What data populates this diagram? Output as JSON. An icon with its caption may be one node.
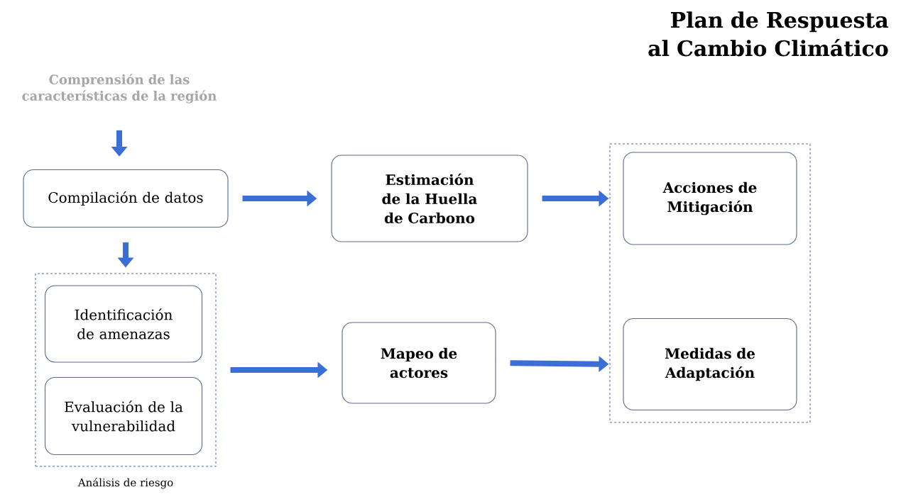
{
  "diagram": {
    "title": "Plan de Respuesta al Cambio Climático",
    "nodes": [
      {
        "text": [
          "Comprensión de las características de la región"
        ]
      },
      {
        "text": [
          "Compilación de datos"
        ]
      },
      {
        "text": [
          "Análisis de riesgo"
        ]
      },
      {
        "text": [
          "Identificación de amenazas"
        ],
        "in": 2
      },
      {
        "text": [
          "Evaluación de la vulnerabilidad"
        ],
        "in": 2
      },
      {
        "text": [
          "Estimación de la Huella de Carbono"
        ]
      },
      {
        "text": [
          "Mapeo de actores"
        ]
      },
      {
        "text": [],
        "shape": "box"
      },
      {
        "text": [
          "Acciones de Mitigación"
        ],
        "in": 7
      },
      {
        "text": [
          "Medidas de Adaptación"
        ],
        "in": 7
      }
    ],
    "edges": [
      {
        "from": 0,
        "to": 1,
        "arrow": "to"
      },
      {
        "from": 1,
        "to": 2,
        "arrow": "to"
      },
      {
        "from": 1,
        "to": 5,
        "arrow": "to"
      },
      {
        "from": 2,
        "to": 6,
        "arrow": "to"
      },
      {
        "from": 5,
        "to": 8,
        "arrow": "to"
      },
      {
        "from": 6,
        "to": 9,
        "arrow": "to"
      }
    ]
  }
}
